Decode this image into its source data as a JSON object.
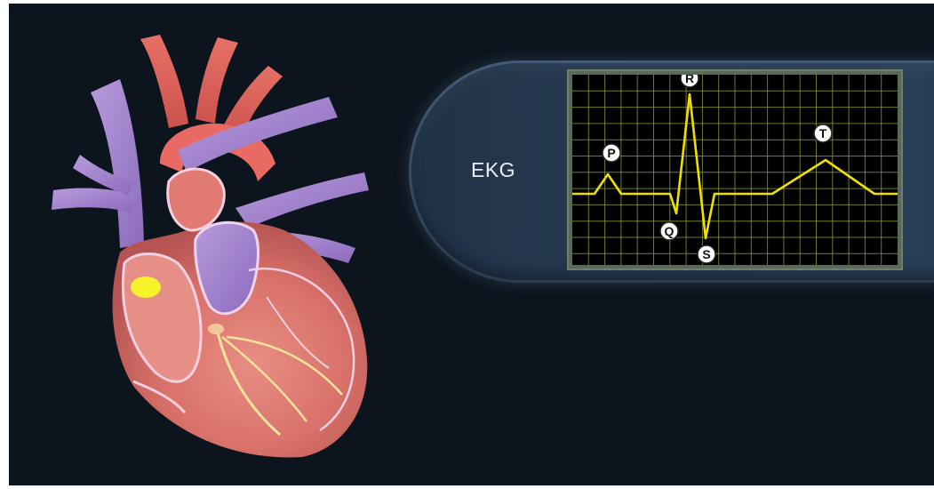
{
  "ekg": {
    "label": "EKG",
    "waves": [
      {
        "id": "P",
        "label": "P"
      },
      {
        "id": "Q",
        "label": "Q"
      },
      {
        "id": "R",
        "label": "R"
      },
      {
        "id": "S",
        "label": "S"
      },
      {
        "id": "T",
        "label": "T"
      }
    ]
  },
  "colors": {
    "background": "#0c141d",
    "trace": "#f0e000",
    "grid": "#8fa33a",
    "sa_node": "#f5f22a"
  }
}
